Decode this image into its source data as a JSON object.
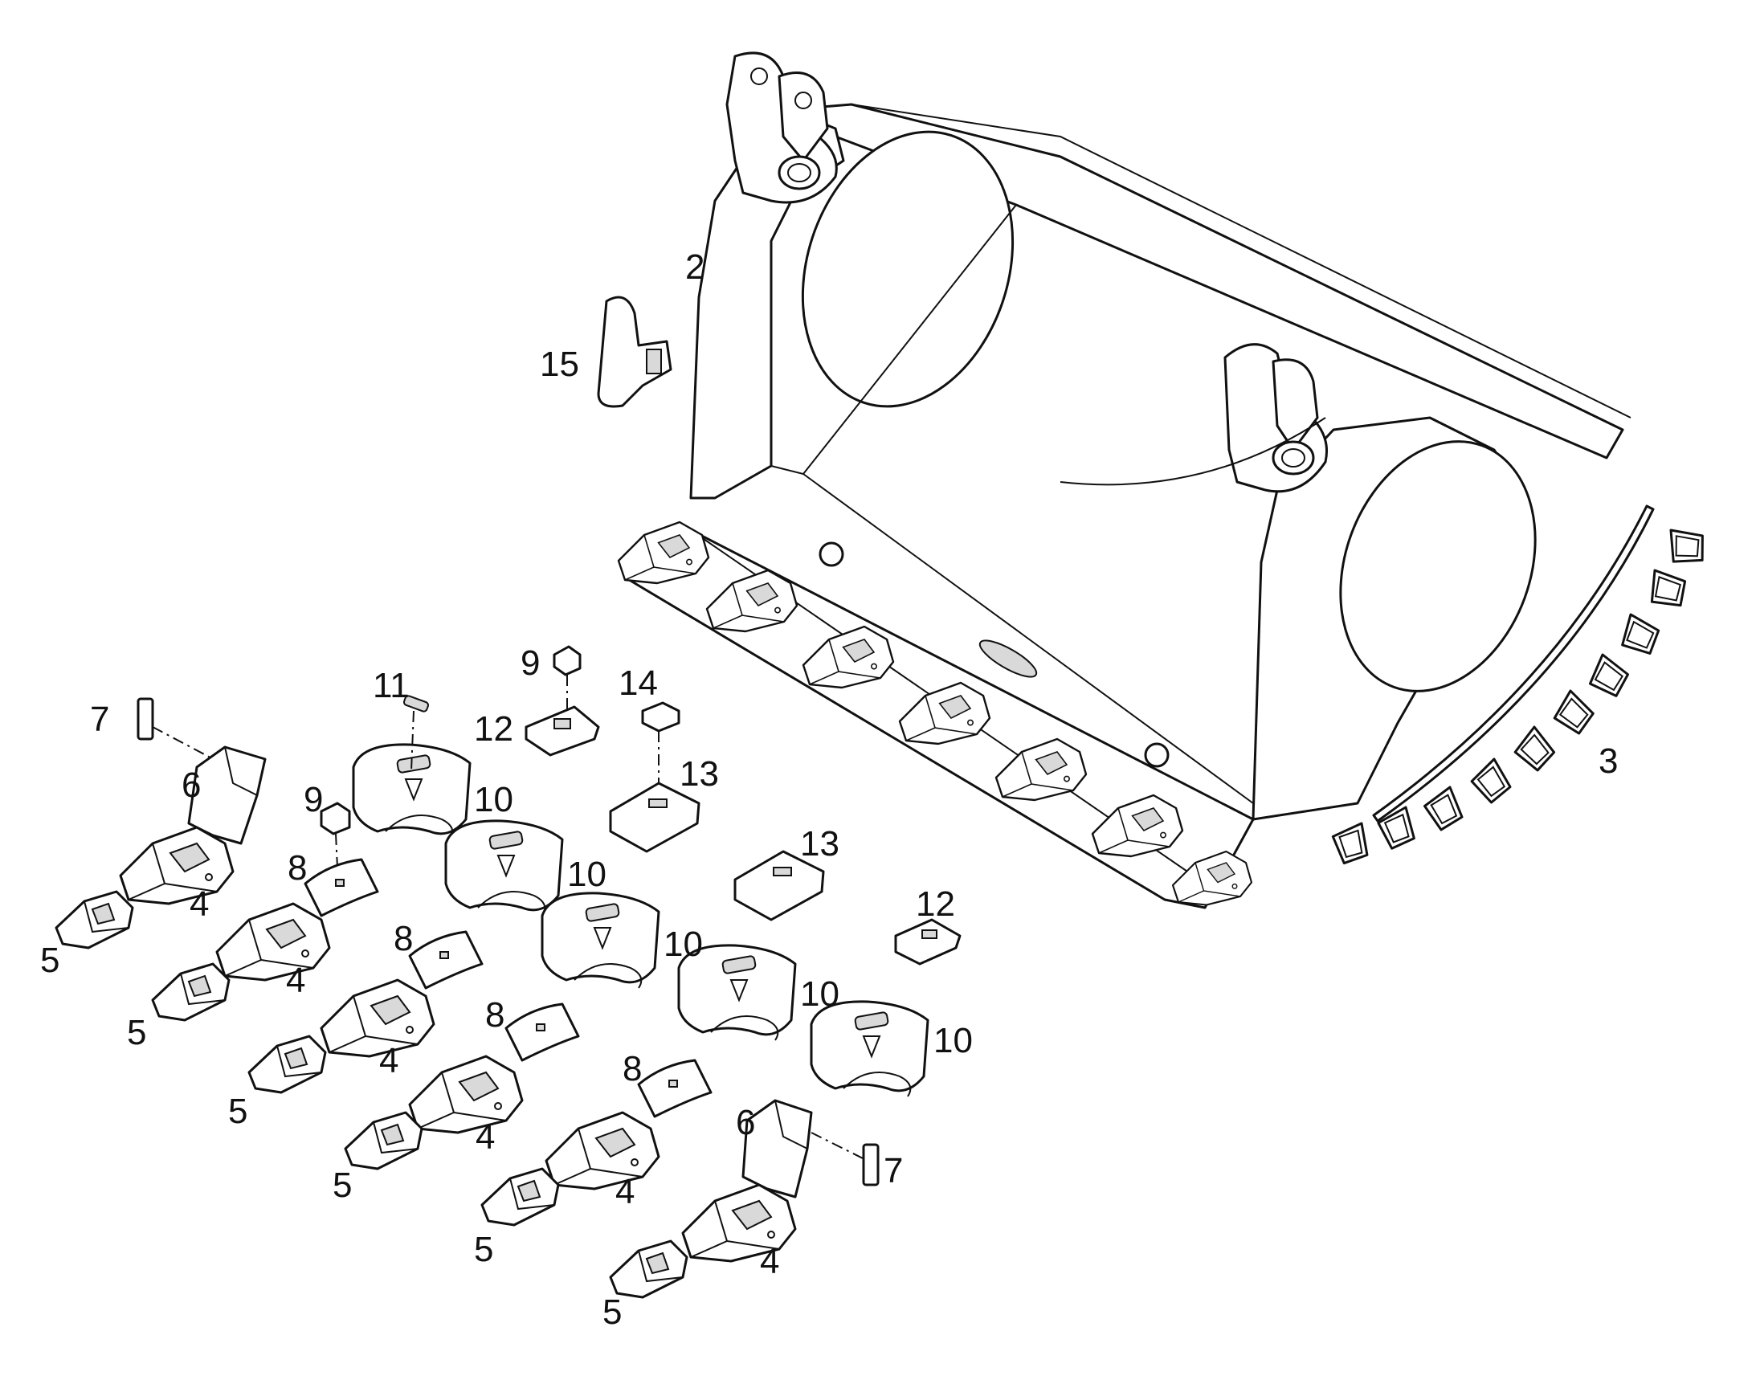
{
  "callouts": {
    "c2": "2",
    "c3": "3",
    "c15": "15",
    "c7a": "7",
    "c6a": "6",
    "c4a": "4",
    "c5a": "5",
    "c4b": "4",
    "c5b": "5",
    "c4c": "4",
    "c5c": "5",
    "c4d": "4",
    "c5d": "5",
    "c4e": "4",
    "c5e": "5",
    "c4f": "4",
    "c5f": "5",
    "c6b": "6",
    "c7b": "7",
    "c9a": "9",
    "c12a": "12",
    "c11": "11",
    "c14": "14",
    "c13a": "13",
    "c9b": "9",
    "c8a": "8",
    "c8b": "8",
    "c8c": "8",
    "c8d": "8",
    "c10a": "10",
    "c10b": "10",
    "c10c": "10",
    "c10d": "10",
    "c10e": "10",
    "c13b": "13",
    "c12b": "12"
  }
}
